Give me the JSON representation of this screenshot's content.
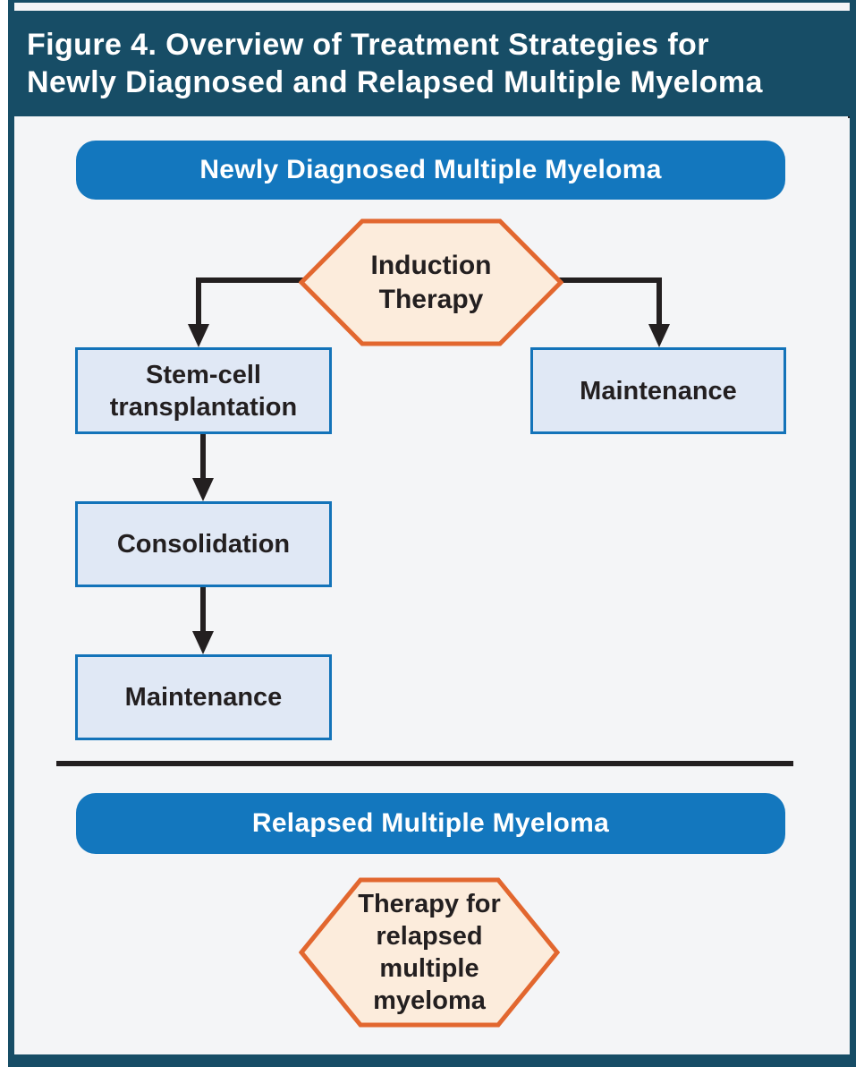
{
  "figure_title": "Figure 4. Overview of Treatment Strategies for\nNewly Diagnosed and Relapsed Multiple Myeloma",
  "sections": {
    "newly_diagnosed": {
      "header_label": "Newly Diagnosed Multiple Myeloma",
      "decision_label": "Induction\nTherapy",
      "transplant_path": {
        "step1": "Stem-cell\ntransplantation",
        "step2": "Consolidation",
        "step3": "Maintenance"
      },
      "no_transplant_path": {
        "step1": "Maintenance"
      }
    },
    "relapsed": {
      "header_label": "Relapsed Multiple Myeloma",
      "decision_label": "Therapy for\nrelapsed\nmultiple\nmyeloma"
    }
  },
  "colors": {
    "frame_teal": "#174D66",
    "pill_blue": "#1377BE",
    "box_fill": "#E0E8F5",
    "box_border": "#1373B9",
    "hex_fill": "#FCECDC",
    "hex_border": "#E2672F",
    "ink_black": "#231F20",
    "body_bg": "#F4F5F7",
    "text_white": "#FFFFFF"
  }
}
